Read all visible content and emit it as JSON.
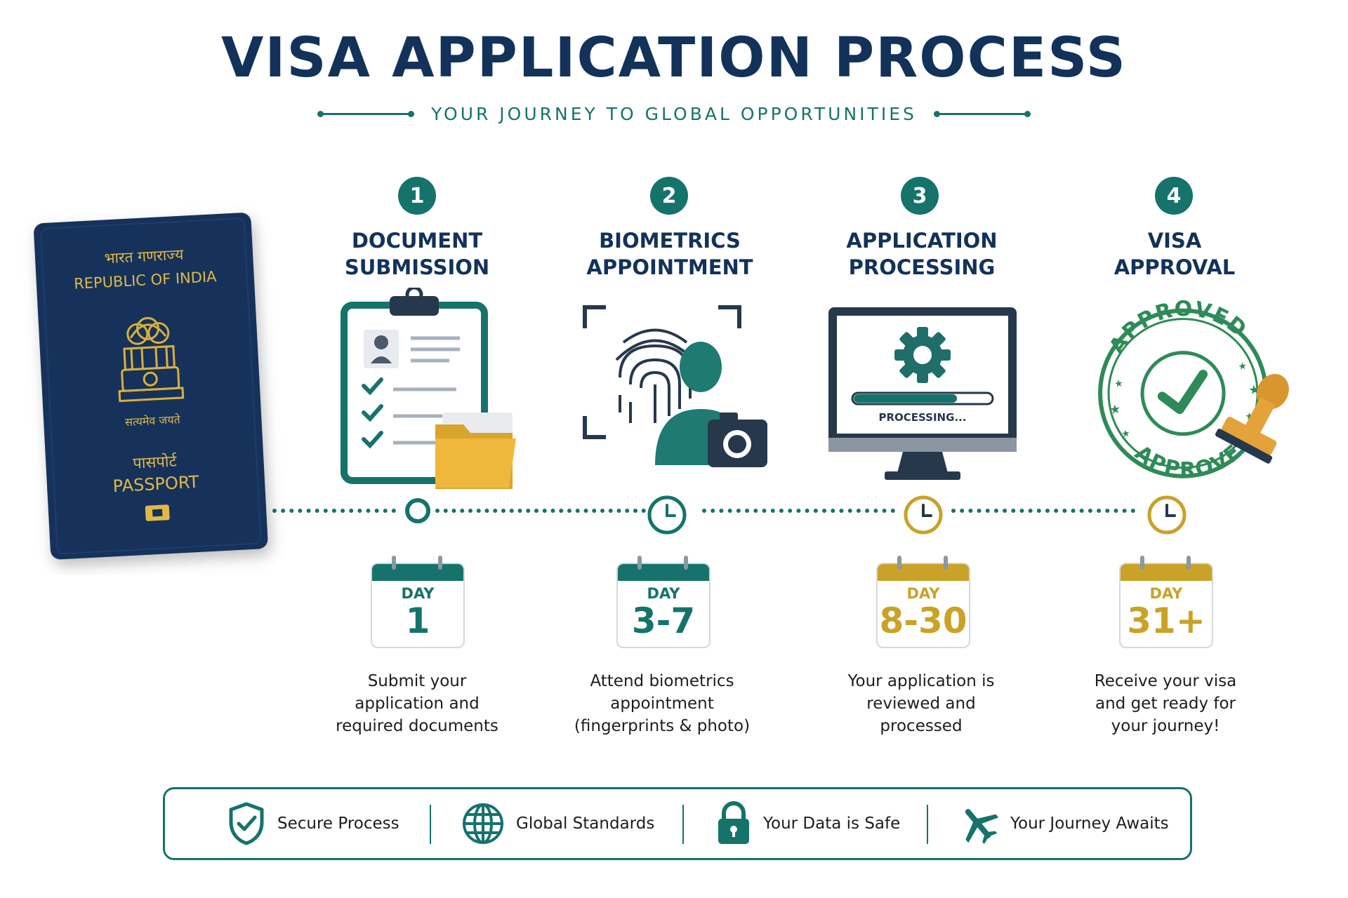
{
  "header": {
    "title": "VISA APPLICATION PROCESS",
    "subtitle": "YOUR JOURNEY TO GLOBAL OPPORTUNITIES"
  },
  "passport": {
    "line1_hindi": "भारत गणराज्य",
    "line2": "REPUBLIC OF INDIA",
    "motto": "सत्यमेव जयते",
    "label_hindi": "पासपोर्ट",
    "label": "PASSPORT"
  },
  "colors": {
    "navy": "#12325a",
    "teal": "#15736b",
    "gold": "#c9a227",
    "green_stamp": "#2e8b57",
    "folder": "#efb83d"
  },
  "steps": [
    {
      "number": "1",
      "title_line1": "DOCUMENT",
      "title_line2": "SUBMISSION",
      "icon": "clipboard-checklist-icon",
      "day_label": "DAY",
      "day_value": "1",
      "description": [
        "Submit your",
        "application and",
        "required documents"
      ]
    },
    {
      "number": "2",
      "title_line1": "BIOMETRICS",
      "title_line2": "APPOINTMENT",
      "icon": "fingerprint-camera-icon",
      "day_label": "DAY",
      "day_value": "3-7",
      "description": [
        "Attend biometrics",
        "appointment",
        "(fingerprints & photo)"
      ]
    },
    {
      "number": "3",
      "title_line1": "APPLICATION",
      "title_line2": "PROCESSING",
      "icon": "monitor-gear-icon",
      "screen_text": "PROCESSING...",
      "progress": 0.75,
      "day_label": "DAY",
      "day_value": "8-30",
      "description": [
        "Your application is",
        "reviewed and",
        "processed"
      ]
    },
    {
      "number": "4",
      "title_line1": "VISA",
      "title_line2": "APPROVAL",
      "icon": "approved-stamp-icon",
      "stamp_text": "APPROVED",
      "day_label": "DAY",
      "day_value": "31+",
      "description": [
        "Receive your visa",
        "and get ready for",
        "your journey!"
      ]
    }
  ],
  "footer": [
    {
      "label": "Secure Process",
      "icon": "shield-check-icon"
    },
    {
      "label": "Global Standards",
      "icon": "globe-icon"
    },
    {
      "label": "Your Data is Safe",
      "icon": "padlock-icon"
    },
    {
      "label": "Your Journey Awaits",
      "icon": "airplane-icon"
    }
  ]
}
